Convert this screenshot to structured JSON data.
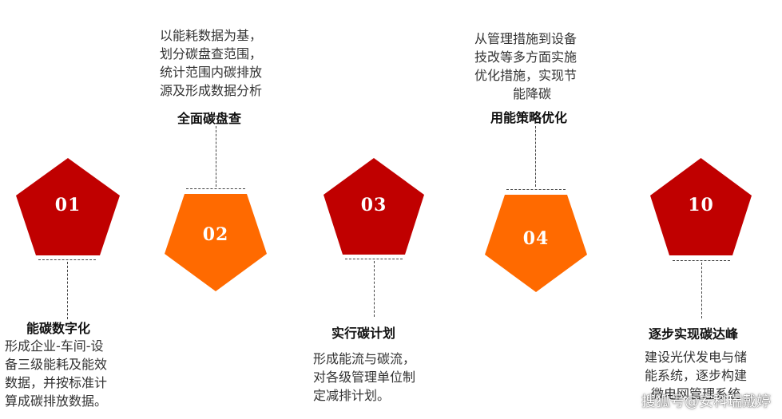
{
  "colors": {
    "red": "#c00000",
    "orange": "#ff6a00"
  },
  "steps": [
    {
      "num": "01",
      "title": "能碳数字化",
      "desc": [
        "形成企业-车间-设",
        "备三级能耗及能效",
        "数据，并按标准计",
        "算成碳排放数据。"
      ]
    },
    {
      "num": "02",
      "title": "全面碳盘查",
      "desc": [
        "以能耗数据为基，",
        "划分碳盘查范围，",
        "统计范围内碳排放",
        "源及形成数据分析"
      ]
    },
    {
      "num": "03",
      "title": "实行碳计划",
      "desc": [
        "形成能流与碳流，",
        "对各级管理单位制",
        "定减排计划。"
      ]
    },
    {
      "num": "04",
      "title": "用能策略优化",
      "desc": [
        "从管理措施到设备",
        "技改等多方面实施",
        "优化措施，实现节",
        "能降碳"
      ]
    },
    {
      "num": "10",
      "title": "逐步实现碳达峰",
      "desc": [
        "建设光伏发电与储",
        "能系统，逐步构建",
        "微电网管理系统"
      ]
    }
  ],
  "watermark": "搜狐号@安科瑞戴婷"
}
